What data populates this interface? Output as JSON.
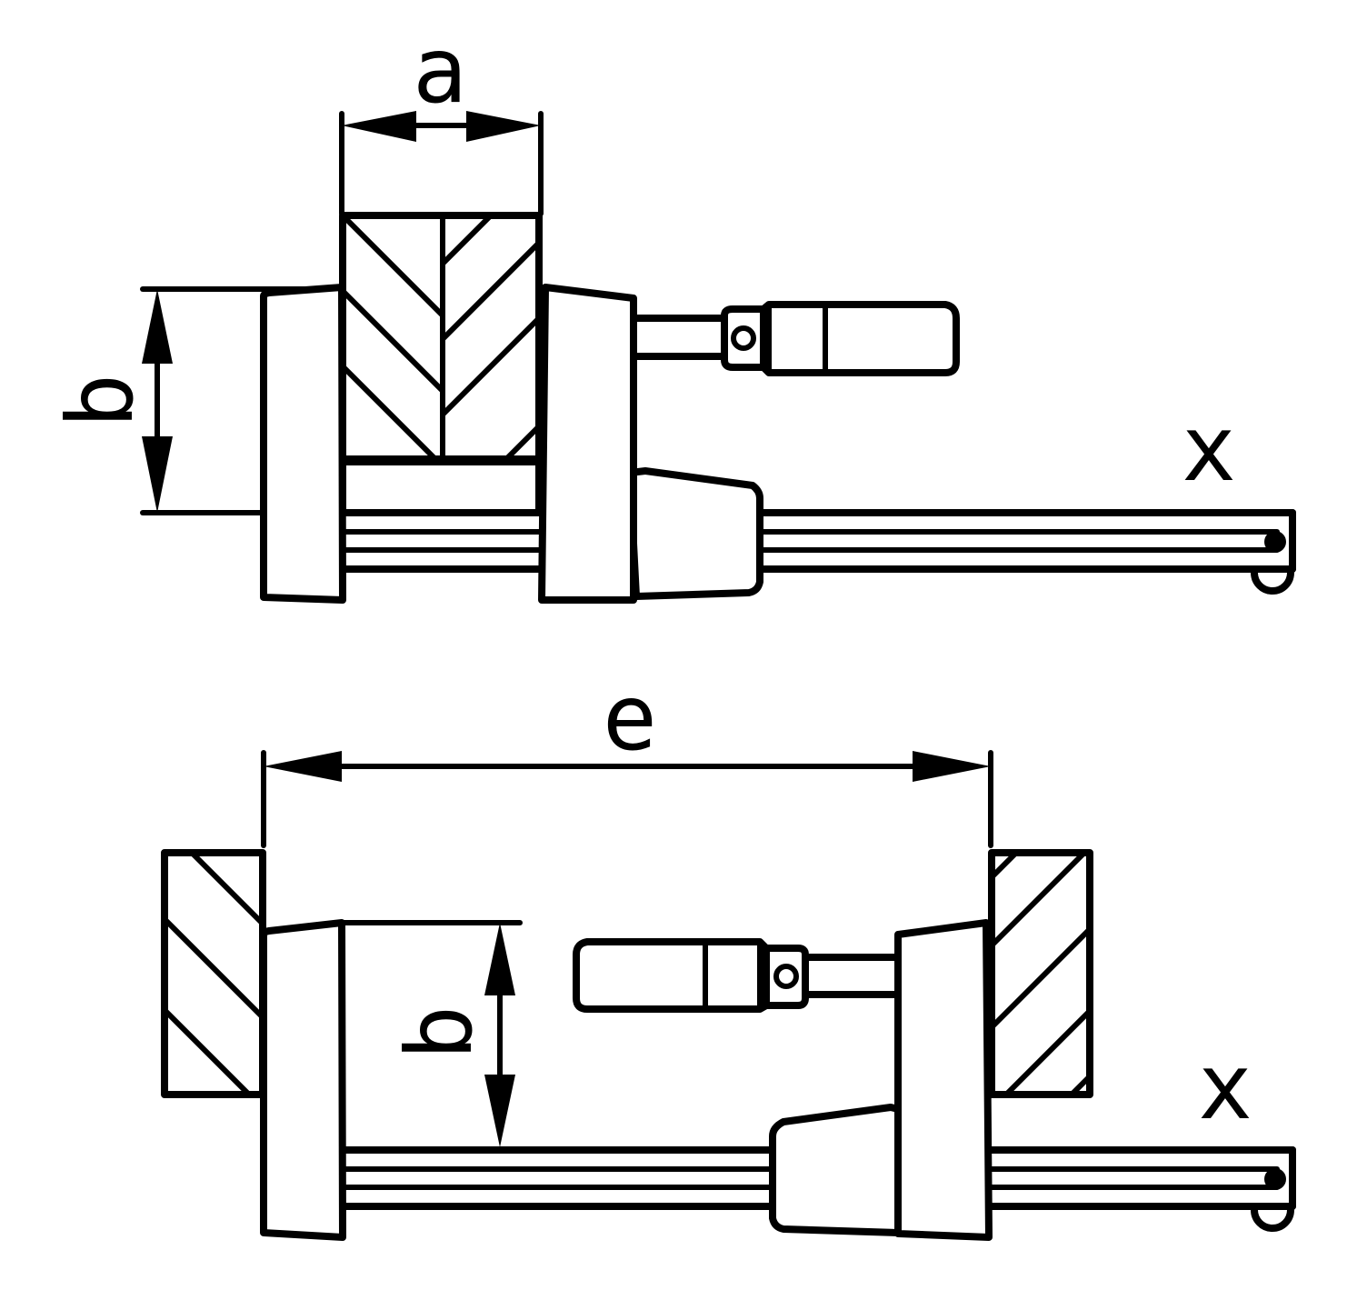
{
  "labels": {
    "top_width": "a",
    "top_height": "b",
    "top_tail": "x",
    "bottom_span": "e",
    "bottom_height": "b",
    "bottom_tail": "x"
  },
  "colors": {
    "ink": "#000000",
    "paper": "#ffffff"
  }
}
